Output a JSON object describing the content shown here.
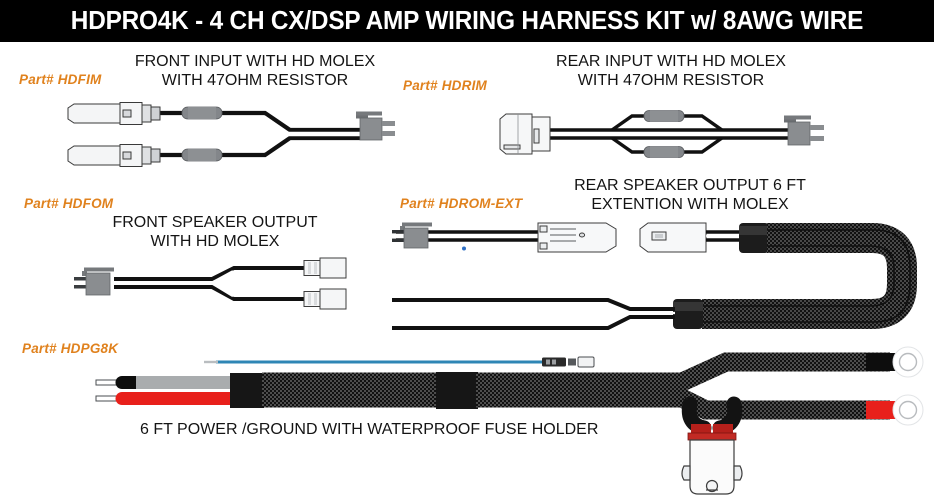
{
  "header": {
    "title": "HDPRO4K - 4 CH CX/DSP AMP WIRING HARNESS KIT w/ 8AWG WIRE",
    "background": "#000000",
    "text_color": "#ffffff"
  },
  "colors": {
    "part_number": "#E0821E",
    "description": "#141414",
    "wire_black": "#111111",
    "wire_red": "#E8201B",
    "wire_blue": "#2E86B5",
    "connector_gray": "#8A8D90",
    "sleeve_black": "#1b1b1b"
  },
  "items": [
    {
      "part_label": "Part# HDFIM",
      "description_lines": [
        "FRONT INPUT WITH HD MOLEX",
        "WITH 47OHM RESISTOR"
      ],
      "diagram": "front-input-rca-to-molex-with-resistors"
    },
    {
      "part_label": "Part# HDRIM",
      "description_lines": [
        "REAR INPUT WITH HD MOLEX",
        "WITH 47OHM RESISTOR"
      ],
      "diagram": "rear-input-connector-to-molex-with-resistors"
    },
    {
      "part_label": "Part# HDFOM",
      "description_lines": [
        "FRONT SPEAKER OUTPUT",
        "WITH HD MOLEX"
      ],
      "diagram": "front-speaker-output-molex-to-bullets"
    },
    {
      "part_label": "Part# HDROM-EXT",
      "description_lines": [
        "REAR SPEAKER OUTPUT 6 FT",
        "EXTENTION WITH MOLEX"
      ],
      "diagram": "rear-speaker-output-extension-sleeved-uloop"
    },
    {
      "part_label": "Part# HDPG8K",
      "description_lines": [
        "6 FT POWER /GROUND WITH WATERPROOF FUSE HOLDER"
      ],
      "diagram": "power-ground-8awg-with-waterproof-fuse-holder"
    }
  ]
}
